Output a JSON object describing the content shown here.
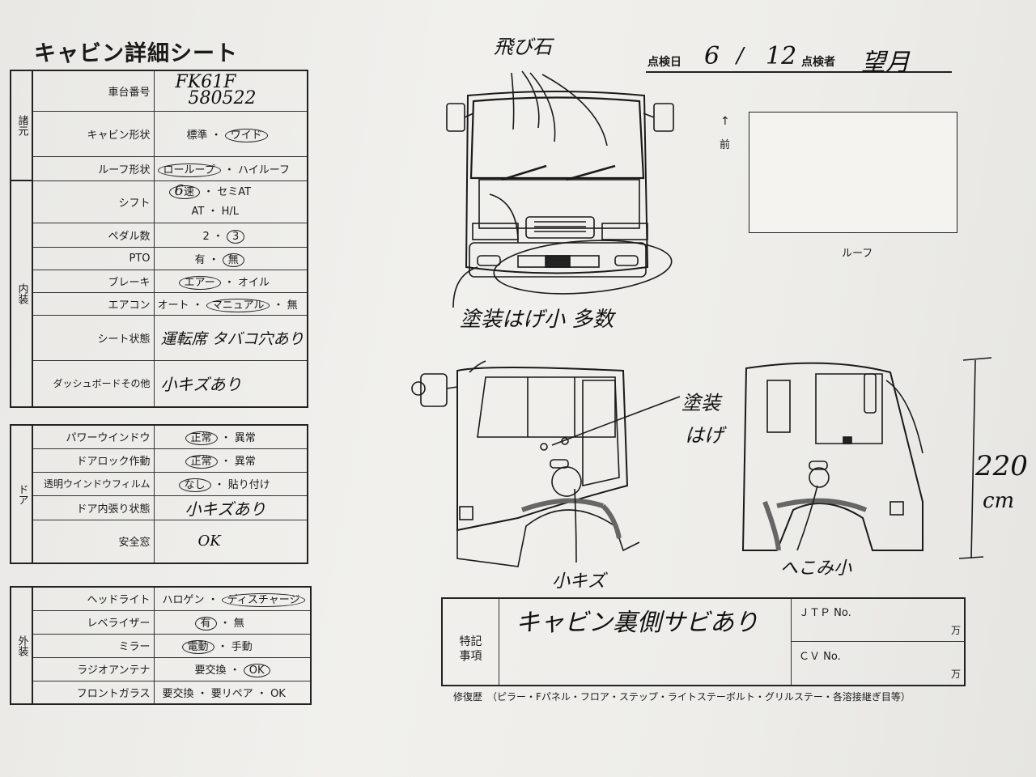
{
  "title": "キャビン詳細シート",
  "groups": {
    "specs": "諸元",
    "interior": "内装",
    "door": "ドア",
    "exterior": "外装"
  },
  "specs": {
    "chassis_label": "車台番号",
    "chassis_line1": "FK61F",
    "chassis_line2": "580522",
    "cabin_label": "キャビン形状",
    "cabin_std": "標準",
    "cabin_wide": "ワイド",
    "roof_label": "ルーフ形状",
    "roof_low": "ローループ",
    "roof_high": "ハイルーフ"
  },
  "interior": {
    "shift_label": "シフト",
    "shift_handwritten": "6",
    "shift_speed": "速",
    "shift_semi": "セミAT",
    "shift_at": "AT",
    "shift_hl": "H/L",
    "pedal_label": "ペダル数",
    "pedal_2": "2",
    "pedal_3": "3",
    "pto_label": "PTO",
    "pto_yes": "有",
    "pto_no": "無",
    "brake_label": "ブレーキ",
    "brake_air": "エアー",
    "brake_oil": "オイル",
    "ac_label": "エアコン",
    "ac_auto": "オート",
    "ac_manual": "マニュアル",
    "ac_none": "無",
    "seat_label": "シート状態",
    "seat_note": "運転席 タバコ穴あり",
    "dash_label": "ダッシュボードその他",
    "dash_note": "小キズあり"
  },
  "door": {
    "pw_label": "パワーウインドウ",
    "pw_ok": "正常",
    "pw_ng": "異常",
    "lock_label": "ドアロック作動",
    "lock_ok": "正常",
    "lock_ng": "異常",
    "film_label": "透明ウインドウフィルム",
    "film_none": "なし",
    "film_yes": "貼り付け",
    "trim_label": "ドア内張り状態",
    "trim_note": "小キズあり",
    "safety_label": "安全窓",
    "safety_note": "OK"
  },
  "exterior": {
    "head_label": "ヘッドライト",
    "head_halogen": "ハロゲン",
    "head_discharge": "ディスチャージ",
    "level_label": "レベライザー",
    "level_yes": "有",
    "level_no": "無",
    "mirror_label": "ミラー",
    "mirror_elec": "電動",
    "mirror_manual": "手動",
    "radio_label": "ラジオアンテナ",
    "radio_replace": "要交換",
    "radio_ok": "OK",
    "glass_label": "フロントガラス",
    "glass_replace": "要交換",
    "glass_repair": "要リペア",
    "glass_ok": "OK"
  },
  "inspection": {
    "date_label": "点検日",
    "date_month": "6",
    "date_sep": "/",
    "date_day": "12",
    "inspector_label": "点検者",
    "inspector_name": "望月"
  },
  "diagram": {
    "front_label": "前",
    "roof_label": "ルーフ",
    "note_chips": "飛び石",
    "note_paint_front": "塗装はげ小 多数",
    "note_paint_side_1": "塗装",
    "note_paint_side_2": "はげ",
    "note_scratch": "小キズ",
    "note_dent": "へこみ小",
    "height_value": "220",
    "height_unit": "cm"
  },
  "notes": {
    "label_1": "特記",
    "label_2": "事項",
    "content": "キャビン裏側サビあり",
    "jtp_label": "ＪＴＰ No.",
    "cv_label": "ＣＶ No.",
    "man_unit_1": "万",
    "man_unit_2": "万"
  },
  "footer": "修復歴　（ピラー・Fパネル・フロア・ステップ・ライトステーボルト・グリルステー・各溶接継ぎ目等）"
}
